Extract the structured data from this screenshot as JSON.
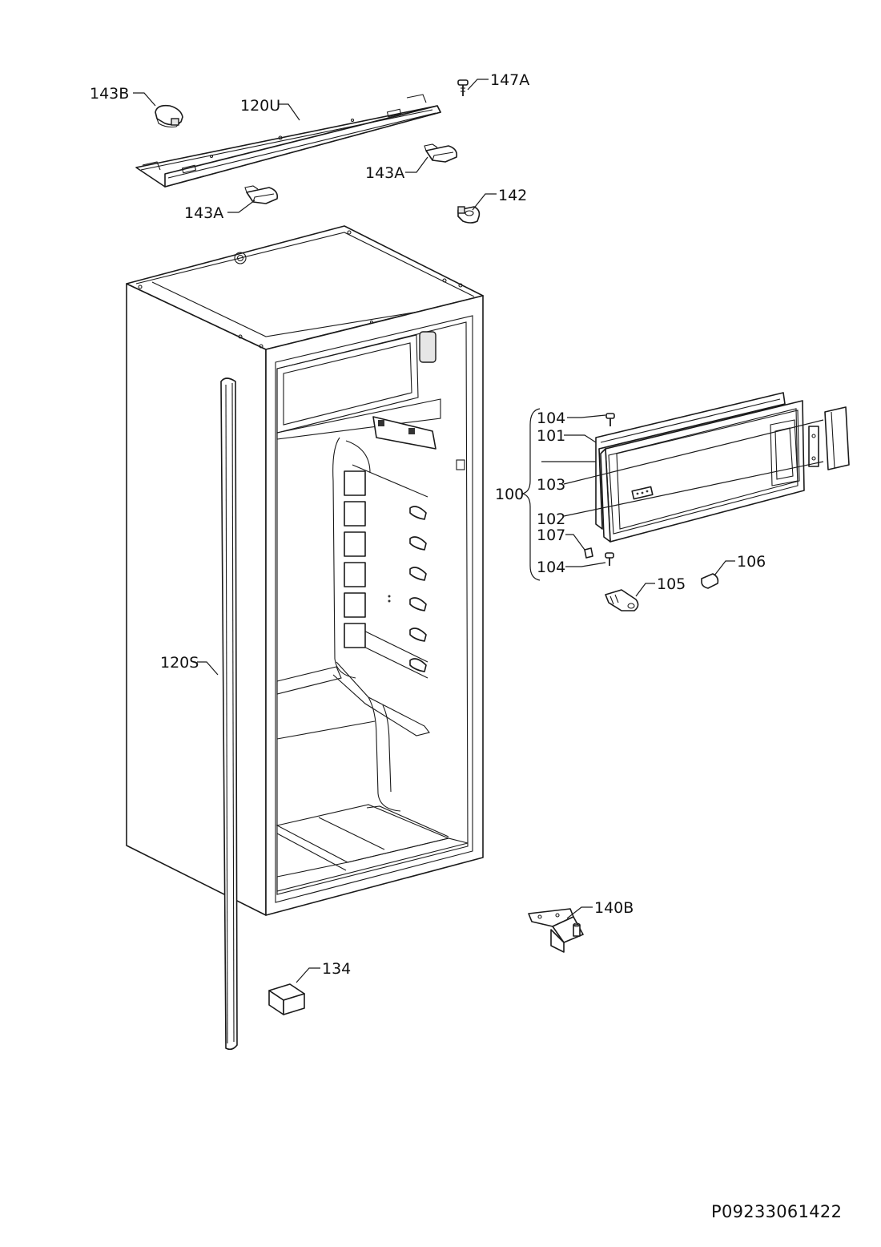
{
  "document_id": "P09233061422",
  "labels": {
    "l143B": "143B",
    "l120U": "120U",
    "l147A": "147A",
    "l143A_right": "143A",
    "l143A_left": "143A",
    "l142": "142",
    "l100": "100",
    "l104_top": "104",
    "l101": "101",
    "l103": "103",
    "l102": "102",
    "l107": "107",
    "l104_bottom": "104",
    "l106": "106",
    "l105": "105",
    "l120S": "120S",
    "l140B": "140B",
    "l134": "134"
  },
  "colors": {
    "stroke": "#1a1a1a",
    "background": "#ffffff"
  }
}
